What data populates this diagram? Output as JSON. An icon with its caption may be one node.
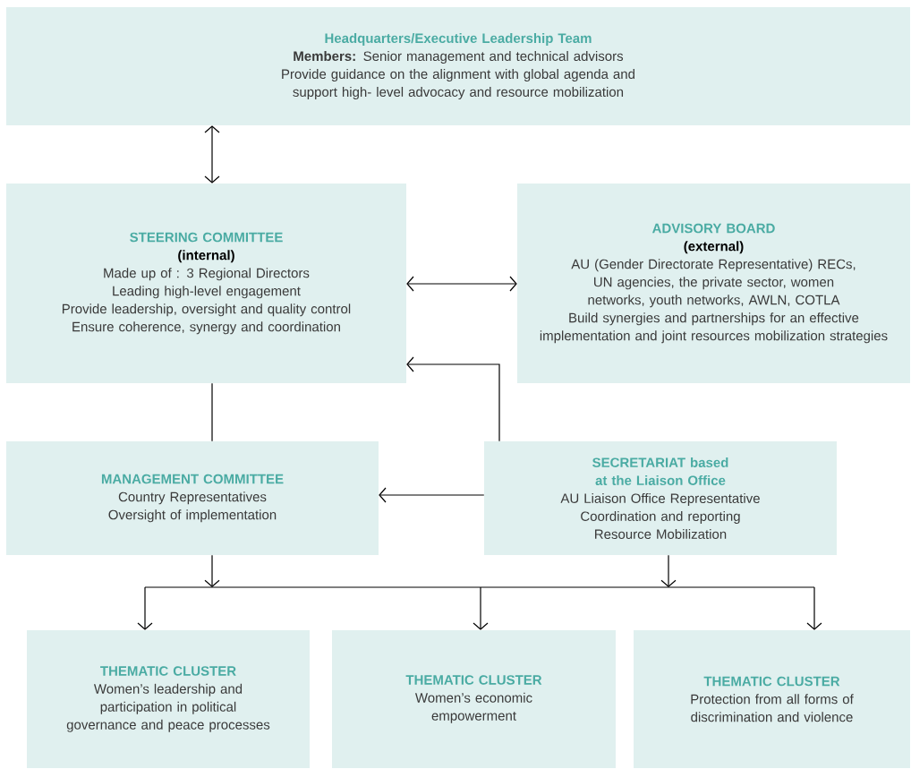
{
  "diagram": {
    "nodes": [
      {
        "text": [
          "Headquarters/Executive Leadership Team",
          "**Members:** Senior management and technical advisors",
          "Provide guidance on the alignment with global agenda and support high- level advocacy and resource mobilization"
        ]
      },
      {
        "text": [
          "STEERING COMMITTEE",
          "(internal)",
          "Made up of : 3 Regional Directors",
          "Leading high-level engagement",
          "Provide leadership, oversight and quality control",
          "Ensure coherence, synergy and coordination"
        ]
      },
      {
        "text": [
          "ADVISORY BOARD",
          "(external)",
          "AU (Gender Directorate Representative) RECs, UN agencies, the private sector, women networks, youth networks, AWLN, COTLA",
          "Build synergies and partnerships for an effective implementation and joint resources mobilization strategies"
        ]
      },
      {
        "text": [
          "MANAGEMENT COMMITTEE",
          "Country Representatives",
          "Oversight of implementation"
        ]
      },
      {
        "text": [
          "SECRETARIAT based at the Liaison Office",
          "AU Liaison Office Representative",
          "Coordination and reporting",
          "Resource Mobilization"
        ]
      },
      {
        "text": [
          "THEMATIC CLUSTER",
          "Women’s leadership and participation in political governance and peace processes"
        ]
      },
      {
        "text": [
          "THEMATIC CLUSTER",
          "Women’s economic empowerment"
        ]
      },
      {
        "text": [
          "THEMATIC CLUSTER",
          "Protection from all forms of discrimination and violence"
        ]
      }
    ],
    "edges": [
      {
        "from": 0,
        "to": 1,
        "arrow": "both"
      },
      {
        "from": 1,
        "to": 2,
        "arrow": "both"
      },
      {
        "from": 1,
        "to": 3,
        "arrow": "none"
      },
      {
        "from": 4,
        "to": 1,
        "arrow": "to"
      },
      {
        "from": 4,
        "to": 3,
        "arrow": "to"
      },
      {
        "from": 3,
        "to": 5,
        "arrow": "to"
      },
      {
        "from": 3,
        "to": 6,
        "arrow": "to"
      },
      {
        "from": 3,
        "to": 7,
        "arrow": "to"
      },
      {
        "from": 4,
        "to": 5,
        "arrow": "to"
      },
      {
        "from": 4,
        "to": 6,
        "arrow": "to"
      },
      {
        "from": 4,
        "to": 7,
        "arrow": "to"
      }
    ]
  }
}
